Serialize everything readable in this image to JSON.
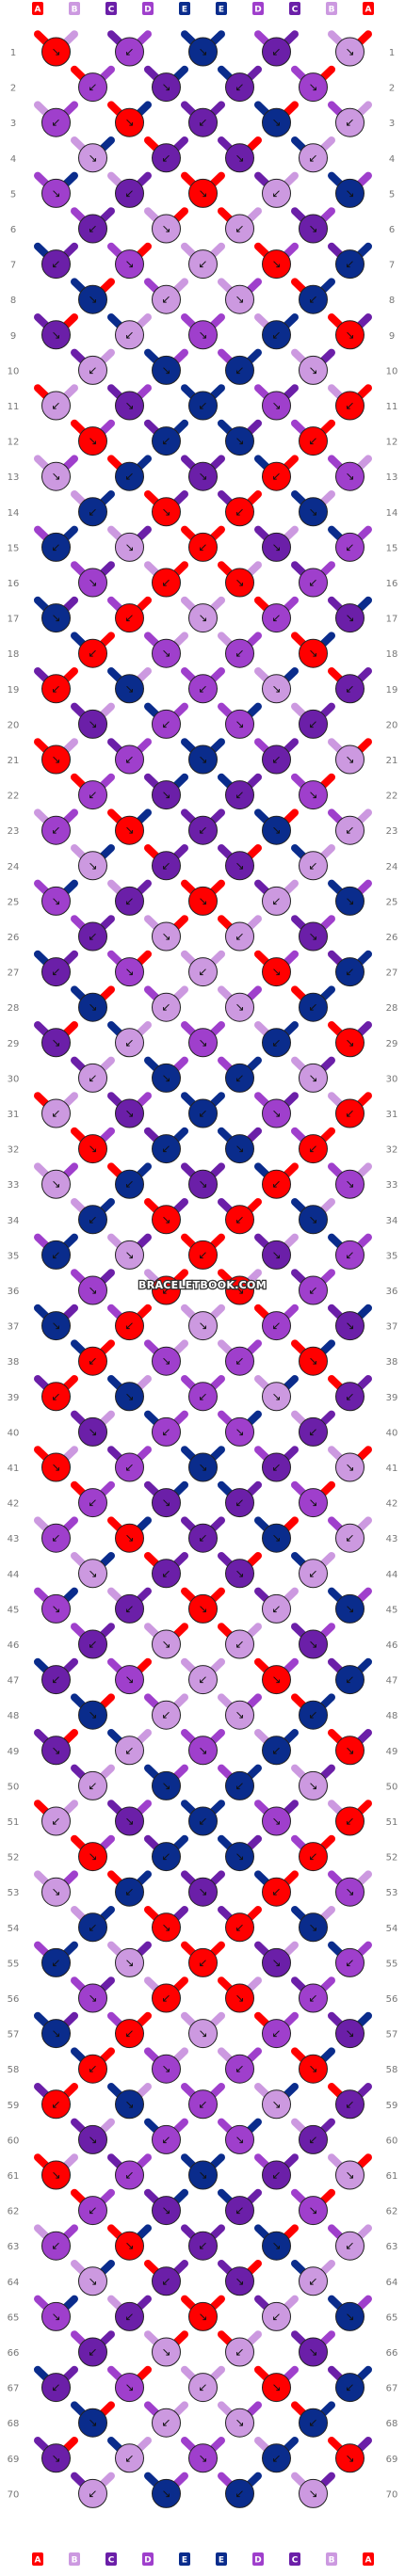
{
  "pattern": {
    "watermark": "BRACELETBOOK.COM",
    "rows": 70,
    "threads": [
      "A",
      "B",
      "C",
      "D",
      "E",
      "E",
      "D",
      "C",
      "B",
      "A"
    ],
    "colors": {
      "A": "#ff0000",
      "B": "#cc99e0",
      "C": "#6b1fa8",
      "D": "#9f3fcc",
      "E": "#0a2c8c"
    },
    "row_labels": [
      "1",
      "2",
      "3",
      "4",
      "5",
      "6",
      "7",
      "8",
      "9",
      "10",
      "11",
      "12",
      "13",
      "14",
      "15",
      "16",
      "17",
      "18",
      "19",
      "20",
      "21",
      "22",
      "23",
      "24",
      "25",
      "26",
      "27",
      "28",
      "29",
      "30",
      "31",
      "32",
      "33",
      "34",
      "35",
      "36",
      "37",
      "38",
      "39",
      "40",
      "41",
      "42",
      "43",
      "44",
      "45",
      "46",
      "47",
      "48",
      "49",
      "50",
      "51",
      "52",
      "53",
      "54",
      "55",
      "56",
      "57",
      "58",
      "59",
      "60",
      "61",
      "62",
      "63",
      "64",
      "65",
      "66",
      "67",
      "68",
      "69",
      "70"
    ]
  }
}
